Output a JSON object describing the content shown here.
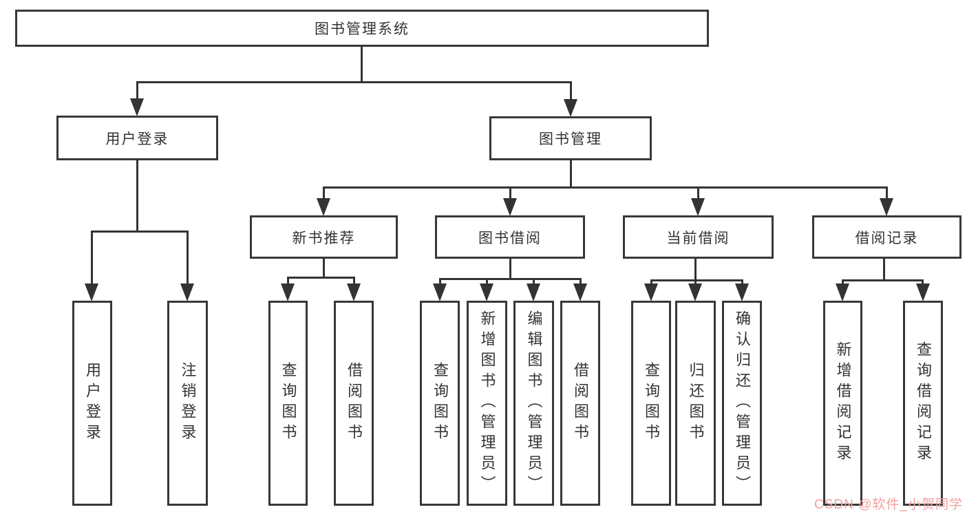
{
  "tree": {
    "root": {
      "label": "图书管理系统",
      "children": [
        {
          "label": "用户登录",
          "children": [
            {
              "label": "用户登录"
            },
            {
              "label": "注销登录"
            }
          ]
        },
        {
          "label": "图书管理",
          "children": [
            {
              "label": "新书推荐",
              "children": [
                {
                  "label": "查询图书"
                },
                {
                  "label": "借阅图书"
                }
              ]
            },
            {
              "label": "图书借阅",
              "children": [
                {
                  "label": "查询图书"
                },
                {
                  "label": "新增图书（管理员）"
                },
                {
                  "label": "编辑图书（管理员）"
                },
                {
                  "label": "借阅图书"
                }
              ]
            },
            {
              "label": "当前借阅",
              "children": [
                {
                  "label": "查询图书"
                },
                {
                  "label": "归还图书"
                },
                {
                  "label": "确认归还（管理员）"
                }
              ]
            },
            {
              "label": "借阅记录",
              "children": [
                {
                  "label": "新增借阅记录"
                },
                {
                  "label": "查询借阅记录"
                }
              ]
            }
          ]
        }
      ]
    }
  },
  "watermark": {
    "text": "CSDN @软件_小贺同学",
    "color": "#f2a09e"
  },
  "colors": {
    "background": "#ffffff",
    "box_border": "#383838",
    "connector": "#333333",
    "text": "#333333"
  }
}
